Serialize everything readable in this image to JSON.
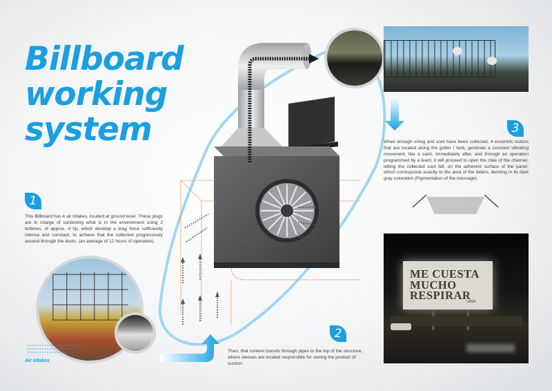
{
  "title": {
    "line1": "Billboard",
    "line2": "working",
    "line3": "system"
  },
  "steps": [
    {
      "number": "1",
      "text": "This Billboard has 4 air intakes, located at ground level. These plugs are in charge of suctioning what is in the environment using 2 turbines, of approx. 4 hp, which develop a drag force sufficiently intense and constant, to achieve that the collected progressively ascend through the ducts. (an average of 12 hours of operation)."
    },
    {
      "number": "2",
      "text": "Then, that content transits through pipes to the top of the structure, where sleeves are located responsible for storing the product of suction."
    },
    {
      "number": "3",
      "text": "When enough smog and soot have been collected, 4 eccentric motors that are located along the gutter / tank, generate a constant vibrating movement, like a sash. Immediately after, and through an operation programmed by a team; it will proceed to open the claw of the channel, letting the collected soot fall, on the adherent surface of the panel; which corresponds exactly to the area of the letters, deriving in its dark gray coloration (Pigmentation of the message)."
    }
  ],
  "labels": {
    "air_intakes": "Air intakes"
  },
  "billboard_photo": {
    "line1": "ME CUESTA",
    "line2": "MUCHO",
    "line3": "RESPIRAR",
    "sub": "LEMA"
  },
  "colors": {
    "accent": "#1a9fe0",
    "machine": "#4a4b4d",
    "duct": "#c9cbcd",
    "guide_lines": "#f0a060"
  }
}
